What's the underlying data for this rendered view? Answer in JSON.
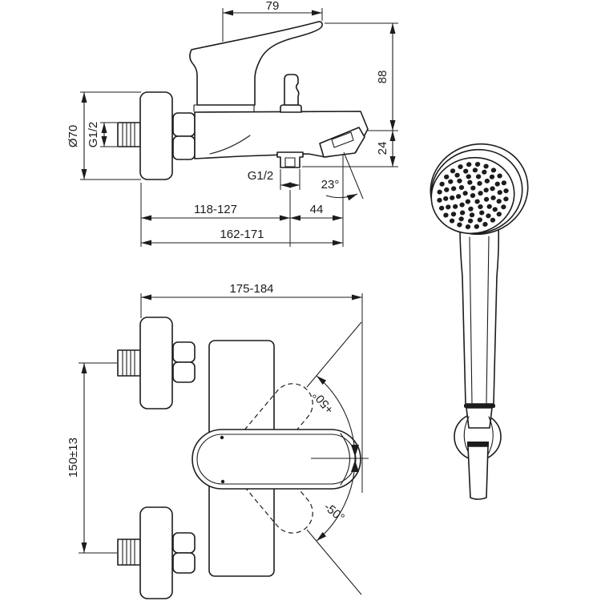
{
  "meta": {
    "background": "#ffffff",
    "line_color": "#1c1c1c"
  },
  "side_view": {
    "lever_reach": "79",
    "height": "88",
    "spout_drop": "24",
    "rosette_diameter": "Ø70",
    "inlet_connection": "G1/2",
    "shower_connection": "G1/2",
    "spout_angle": "23°",
    "wall_to_shower_outlet": "118-127",
    "shower_to_spout": "44",
    "wall_to_spout": "162-171"
  },
  "front_view": {
    "width": "175-184",
    "inlet_distance": "150±13",
    "handle_swing_up": "+50°",
    "handle_swing_down": "-50°"
  }
}
